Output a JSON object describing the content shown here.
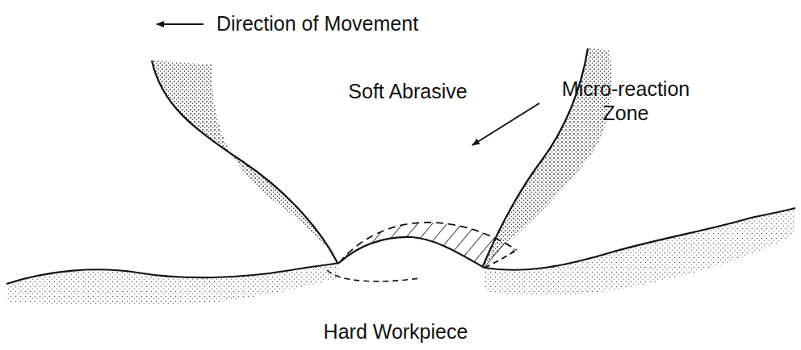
{
  "diagram": {
    "labels": [
      "Direction of Movement",
      "Soft Abrasive",
      "Micro-reaction Zone",
      "Hard Workpiece"
    ]
  }
}
